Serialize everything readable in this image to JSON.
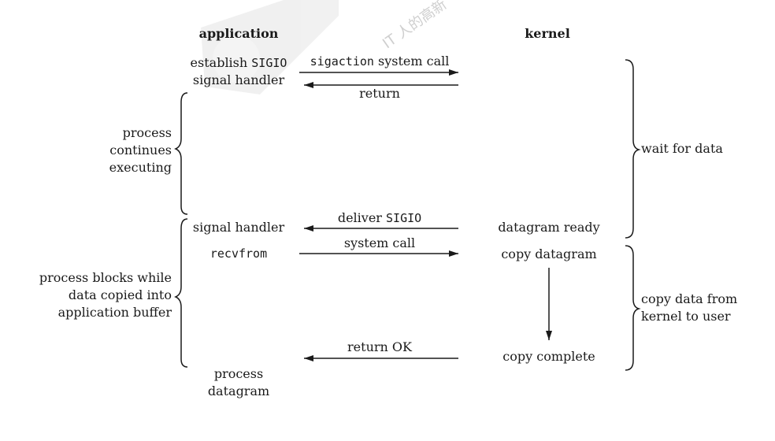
{
  "headers": {
    "application": "application",
    "kernel": "kernel"
  },
  "app": {
    "establish_prefix": "establish ",
    "establish_code": "SIGIO",
    "establish_line2": "signal handler",
    "signal_handler": "signal handler",
    "recvfrom": "recvfrom",
    "process_datagram": [
      "process",
      "datagram"
    ]
  },
  "arrows": {
    "sigaction_code": "sigaction",
    "sigaction_text": " system call",
    "return": "return",
    "deliver_text": "deliver ",
    "deliver_code": "SIGIO",
    "system_call": "system call",
    "return_ok": "return OK"
  },
  "kernel": {
    "datagram_ready": "datagram ready",
    "copy_datagram": "copy datagram",
    "copy_complete": "copy complete"
  },
  "left_braces": {
    "process_continues": [
      "process",
      "continues",
      "executing"
    ],
    "process_blocks": [
      "process blocks while",
      "data copied into",
      "application buffer"
    ]
  },
  "right_braces": {
    "wait_for_data": "wait for data",
    "copy_data": [
      "copy data from",
      "kernel to user"
    ]
  },
  "watermark": {
    "text": "IT 人的高新"
  }
}
